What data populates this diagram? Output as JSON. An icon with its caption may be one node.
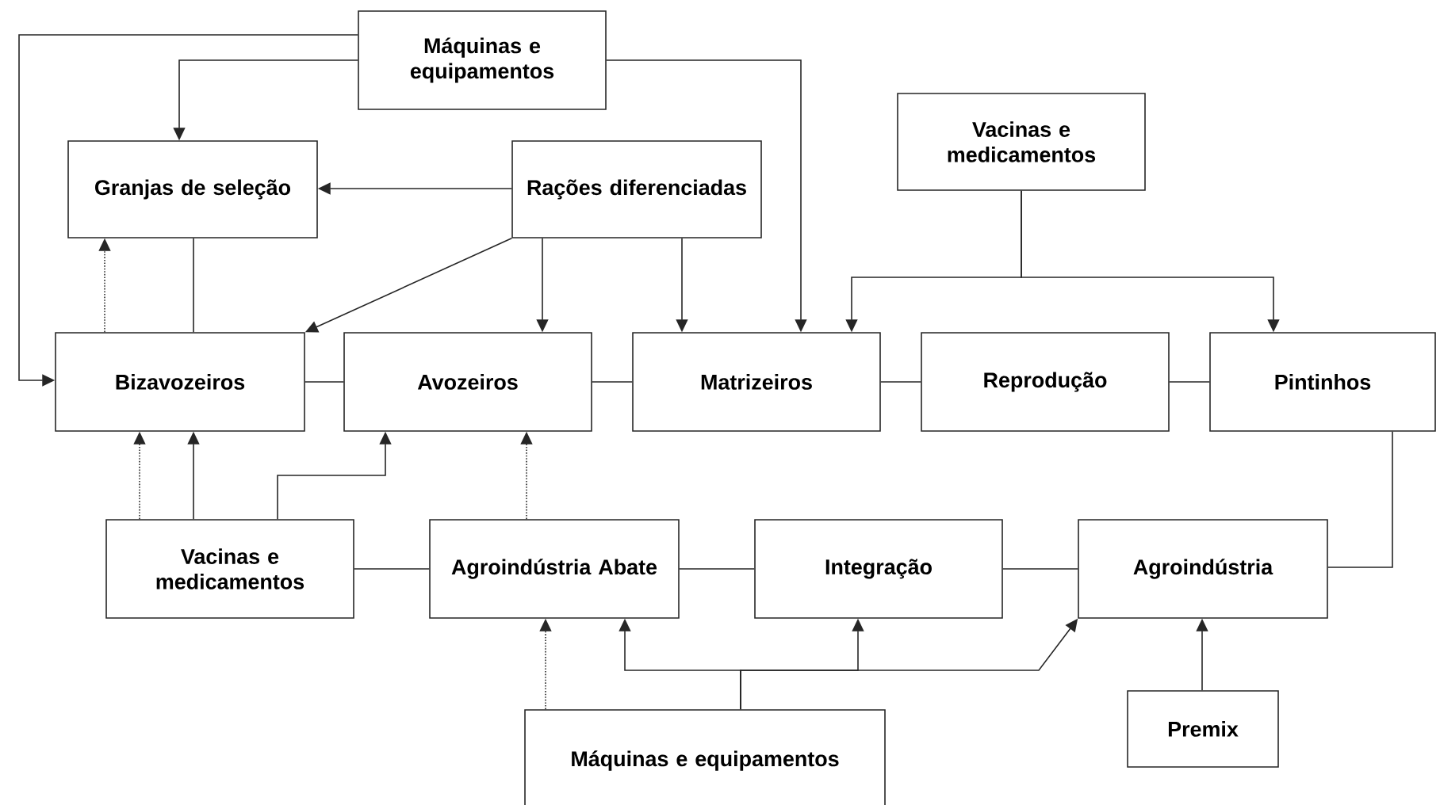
{
  "diagram": {
    "nodes": [
      {
        "text": [
          "Máquinas e equipamentos"
        ]
      },
      {
        "text": [
          "Granjas de seleção"
        ]
      },
      {
        "text": [
          "Rações diferenciadas"
        ]
      },
      {
        "text": [
          "Vacinas e medicamentos"
        ]
      },
      {
        "text": [
          "Bizavozeiros"
        ]
      },
      {
        "text": [
          "Avozeiros"
        ]
      },
      {
        "text": [
          "Matrizeiros"
        ]
      },
      {
        "text": [
          "Reprodução"
        ]
      },
      {
        "text": [
          "Pintinhos"
        ]
      },
      {
        "text": [
          "Vacinas e medicamentos"
        ]
      },
      {
        "text": [
          "Agroindústria Abate"
        ]
      },
      {
        "text": [
          "Integração"
        ]
      },
      {
        "text": [
          "Agroindústria"
        ]
      },
      {
        "text": [
          "Máquinas e equipamentos"
        ]
      },
      {
        "text": [
          "Premix"
        ]
      }
    ],
    "edges": [
      {
        "from": 0,
        "to": 4,
        "arrow": "to"
      },
      {
        "from": 0,
        "to": 1,
        "arrow": "to"
      },
      {
        "from": 0,
        "to": 6,
        "arrow": "to"
      },
      {
        "from": 2,
        "to": 1,
        "arrow": "to"
      },
      {
        "from": 2,
        "to": 4,
        "arrow": "to"
      },
      {
        "from": 2,
        "to": 5,
        "arrow": "to"
      },
      {
        "from": 2,
        "to": 6,
        "arrow": "to"
      },
      {
        "from": 3,
        "to": 6,
        "arrow": "to"
      },
      {
        "from": 3,
        "to": 8,
        "arrow": "to"
      },
      {
        "from": 1,
        "to": 4,
        "arrow": "none"
      },
      {
        "from": 4,
        "to": 1,
        "arrow": "to",
        "style": "dashed"
      },
      {
        "from": 4,
        "to": 5,
        "arrow": "none"
      },
      {
        "from": 5,
        "to": 6,
        "arrow": "none"
      },
      {
        "from": 6,
        "to": 7,
        "arrow": "none"
      },
      {
        "from": 7,
        "to": 8,
        "arrow": "none"
      },
      {
        "from": 9,
        "to": 4,
        "arrow": "to",
        "style": "dashed"
      },
      {
        "from": 9,
        "to": 4,
        "arrow": "to"
      },
      {
        "from": 9,
        "to": 5,
        "arrow": "to"
      },
      {
        "from": 10,
        "to": 5,
        "arrow": "to",
        "style": "dashed"
      },
      {
        "from": 9,
        "to": 10,
        "arrow": "none"
      },
      {
        "from": 10,
        "to": 11,
        "arrow": "none"
      },
      {
        "from": 11,
        "to": 12,
        "arrow": "none"
      },
      {
        "from": 8,
        "to": 12,
        "arrow": "none"
      },
      {
        "from": 13,
        "to": 10,
        "arrow": "to",
        "style": "dashed"
      },
      {
        "from": 13,
        "to": 10,
        "arrow": "to"
      },
      {
        "from": 13,
        "to": 11,
        "arrow": "to"
      },
      {
        "from": 13,
        "to": 12,
        "arrow": "to"
      },
      {
        "from": 14,
        "to": 12,
        "arrow": "to"
      }
    ]
  }
}
